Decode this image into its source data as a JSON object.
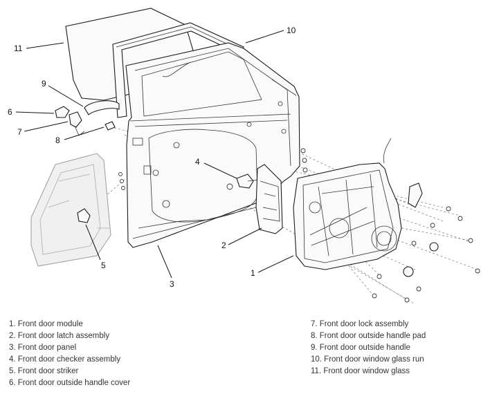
{
  "callouts": [
    "1",
    "2",
    "3",
    "4",
    "5",
    "6",
    "7",
    "8",
    "9",
    "10",
    "11"
  ],
  "legend": {
    "left": [
      "1. Front door module",
      "2. Front door latch assembly",
      "3. Front door panel",
      "4. Front door checker assembly",
      "5. Front door striker",
      "6. Front door outside handle cover"
    ],
    "right": [
      "7. Front door lock assembly",
      "8. Front door outside handle pad",
      "9. Front door outside handle",
      "10. Front door window glass run",
      "11. Front door window glass"
    ]
  }
}
